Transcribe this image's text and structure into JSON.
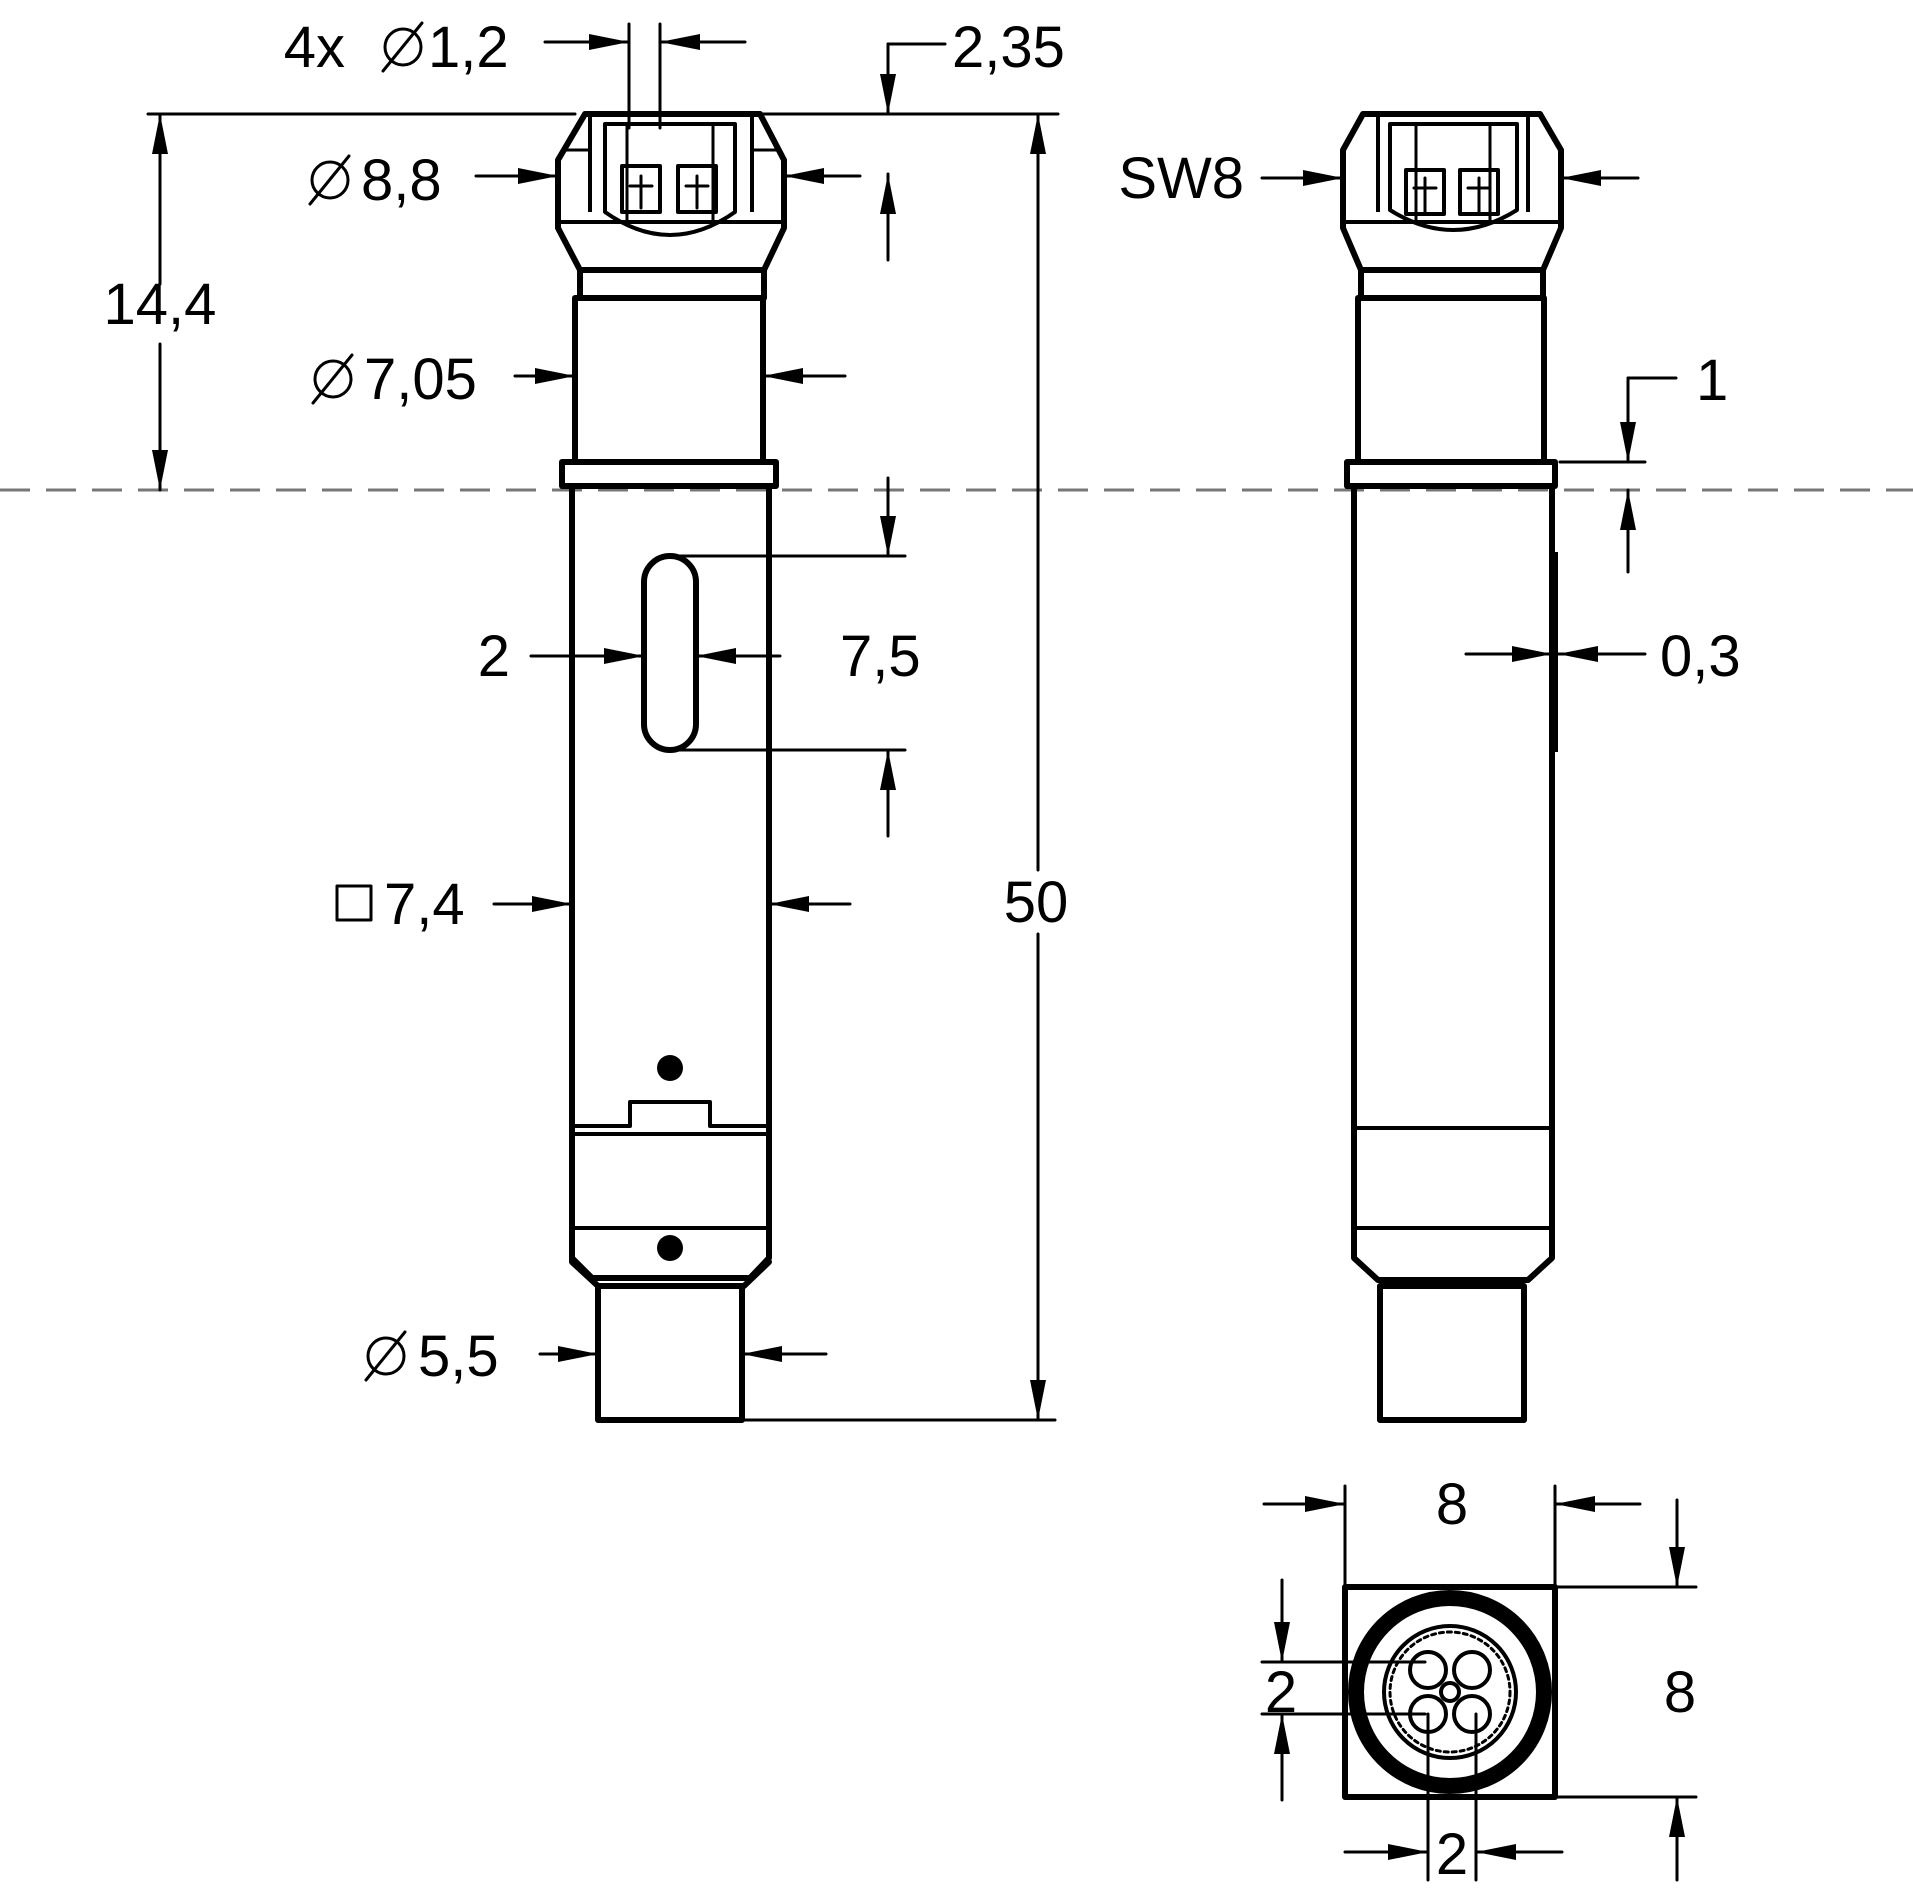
{
  "drawing": {
    "dimensions": {
      "pin_count_diameter": "4x",
      "pin_diameter": "1,2",
      "pin_offset": "2,35",
      "head_diameter": "8,8",
      "head_height": "14,4",
      "neck_diameter": "7,05",
      "total_length": "50",
      "slot_width": "2",
      "slot_length": "7,5",
      "body_square": "7,4",
      "tail_diameter": "5,5",
      "wrench_size": "SW8",
      "collar_height": "1",
      "flat_depth": "0,3",
      "end_width": "8",
      "end_height": "8",
      "pin_spacing_v": "2",
      "pin_spacing_h": "2"
    },
    "symbols": {
      "diameter": "⌀",
      "square": "□"
    }
  }
}
